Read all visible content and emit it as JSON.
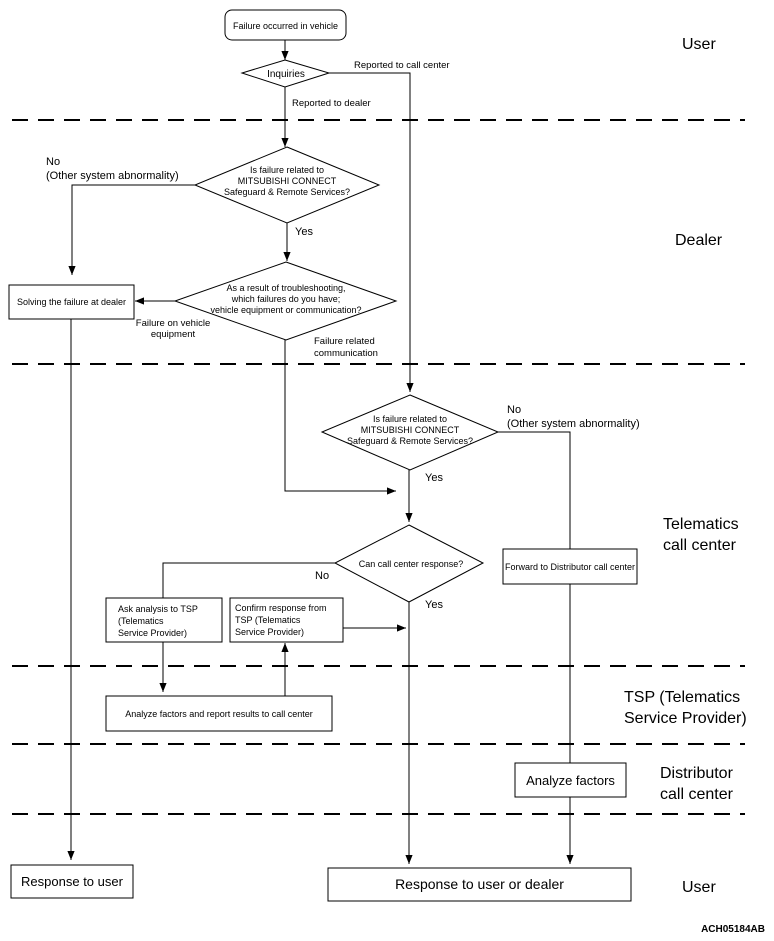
{
  "lanes": {
    "user_top": "User",
    "dealer": "Dealer",
    "telematics": [
      "Telematics",
      "call center"
    ],
    "tsp": [
      "TSP (Telematics",
      "Service Provider)"
    ],
    "distributor": [
      "Distributor",
      "call center"
    ],
    "user_bottom": "User"
  },
  "nodes": {
    "failure_occurred": "Failure occurred in vehicle",
    "inquiries": "Inquiries",
    "dealer_related": [
      "Is failure related to",
      "MITSUBISHI CONNECT",
      "Safeguard & Remote Services?"
    ],
    "troubleshoot": [
      "As a result of troubleshooting,",
      "which failures do you have;",
      "vehicle equipment or communication?"
    ],
    "solving_dealer": "Solving the failure at dealer",
    "tcc_related": [
      "Is failure related to",
      "MITSUBISHI CONNECT",
      "Safeguard & Remote Services?"
    ],
    "can_respond": "Can call center response?",
    "forward_distributor": "Forward to Distributor call center",
    "ask_tsp": [
      "Ask analysis to TSP",
      "(Telematics",
      "Service Provider)"
    ],
    "confirm_tsp": [
      "Confirm response from",
      "TSP (Telematics",
      "Service Provider)"
    ],
    "analyze_report": "Analyze factors and report results to call center",
    "analyze_factors": "Analyze factors",
    "response_user": "Response to user",
    "response_user_dealer": "Response to user or dealer"
  },
  "edge_labels": {
    "reported_call_center": "Reported to call center",
    "reported_dealer": "Reported to dealer",
    "no_other_1": [
      "No",
      "(Other system abnormality)"
    ],
    "yes_1": "Yes",
    "failure_vehicle": [
      "Failure on vehicle",
      "equipment"
    ],
    "failure_comm": [
      "Failure related",
      "communication"
    ],
    "no_other_2": [
      "No",
      "(Other system abnormality)"
    ],
    "yes_2": "Yes",
    "no_3": "No",
    "yes_3": "Yes"
  },
  "figure_code": "ACH05184AB"
}
